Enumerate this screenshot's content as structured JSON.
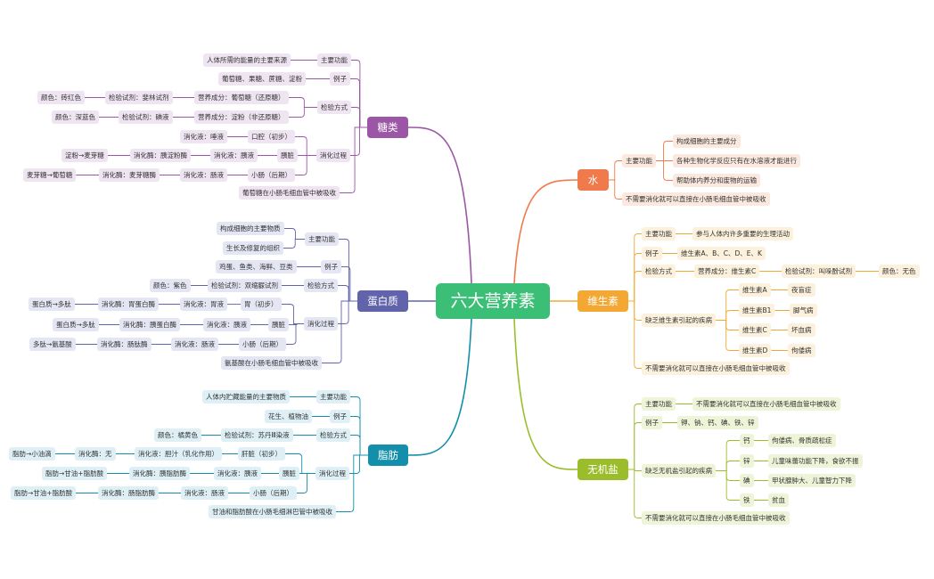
{
  "root": {
    "label": "六大营养素"
  },
  "colors": {
    "root": "#3bbf77",
    "sugar": "#9b57a6",
    "sugar_leaf": "#efe4f1",
    "protein": "#6163ab",
    "protein_leaf": "#e4e6f3",
    "fat": "#138fab",
    "fat_leaf": "#def0f6",
    "water": "#f07a4b",
    "water_leaf": "#fbe8de",
    "vitamin": "#f3a833",
    "vitamin_leaf": "#fcf1dc",
    "mineral": "#9bbd2b",
    "mineral_leaf": "#eef4d8"
  },
  "sugar": {
    "label": "糖类",
    "function": {
      "label": "主要功能",
      "desc": "人体所需的能量的主要来源"
    },
    "example": {
      "label": "例子",
      "desc": "葡萄糖、果糖、蔗糖、淀粉"
    },
    "test": {
      "label": "检验方式",
      "row1": {
        "nutrient": "营养成分：葡萄糖（还原糖）",
        "reagent": "检验试剂：斐林试剂",
        "color": "颜色：砖红色"
      },
      "row2": {
        "nutrient": "营养成分：淀粉（非还原糖）",
        "reagent": "检验试剂：碘液",
        "color": "颜色：深蓝色"
      }
    },
    "digest": {
      "label": "消化过程",
      "mouth": {
        "organ": "口腔（初步）",
        "juice": "消化液：唾液"
      },
      "pancreas": {
        "organ": "胰脏",
        "juice": "消化液：胰液",
        "enzyme": "消化酶：胰淀粉酶",
        "result": "淀粉→麦芽糖"
      },
      "intestine": {
        "organ": "小肠（后期）",
        "juice": "消化液：肠液",
        "enzyme": "消化酶：麦芽糖酶",
        "result": "麦芽糖→葡萄糖"
      }
    },
    "absorb": "葡萄糖在小肠毛细血管中被吸收"
  },
  "protein": {
    "label": "蛋白质",
    "function": {
      "label": "主要功能",
      "desc1": "构成细胞的主要物质",
      "desc2": "生长及修复的组织"
    },
    "example": {
      "label": "例子",
      "desc": "鸡蛋、鱼类、海鲜、豆类"
    },
    "test": {
      "label": "检验方式",
      "reagent": "检验试剂：双缩脲试剂",
      "color": "颜色：紫色"
    },
    "digest": {
      "label": "消化过程",
      "stomach": {
        "organ": "胃（初步）",
        "juice": "消化液：胃液",
        "enzyme": "消化酶：胃蛋白酶",
        "result": "蛋白质→多肽"
      },
      "pancreas": {
        "organ": "胰脏",
        "juice": "消化液：胰液",
        "enzyme": "消化酶：胰蛋白酶",
        "result": "蛋白质→多肽"
      },
      "intestine": {
        "organ": "小肠（后期）",
        "juice": "消化液：肠液",
        "enzyme": "消化酶：肠肽酶",
        "result": "多肽→氨基酸"
      }
    },
    "absorb": "氨基酸在小肠毛细血管中被吸收"
  },
  "fat": {
    "label": "脂肪",
    "function": {
      "label": "主要功能",
      "desc": "人体内贮藏能量的主要物质"
    },
    "example": {
      "label": "例子",
      "desc": "花生、植物油"
    },
    "test": {
      "label": "检验方式",
      "reagent": "检验试剂：苏丹Ⅲ染液",
      "color": "颜色：橘黄色"
    },
    "digest": {
      "label": "消化过程",
      "liver": {
        "organ": "肝脏（初步）",
        "juice": "消化液：胆汁（乳化作用）",
        "enzyme": "消化酶：无",
        "result": "脂肪→小油滴"
      },
      "pancreas": {
        "organ": "胰脏",
        "juice": "消化液：胰液",
        "enzyme": "消化酶：胰脂肪酶",
        "result": "脂肪→甘油+脂肪酸"
      },
      "intestine": {
        "organ": "小肠（后期）",
        "juice": "消化液：肠液",
        "enzyme": "消化酶：肠脂肪酶",
        "result": "脂肪→甘油+脂肪酸"
      }
    },
    "absorb": "甘油和脂肪酸在小肠毛细淋巴管中被吸收"
  },
  "water": {
    "label": "水",
    "function": {
      "label": "主要功能",
      "d1": "构成细胞的主要成分",
      "d2": "各种生物化学反应只有在水溶液才能进行",
      "d3": "帮助体内养分和废物的运输"
    },
    "absorb": "不需要消化就可以直接在小肠毛细血管中被吸收"
  },
  "vitamin": {
    "label": "维生素",
    "function": {
      "label": "主要功能",
      "desc": "参与人体内许多重要的生理活动"
    },
    "example": {
      "label": "例子",
      "desc": "维生素A、B、C、D、E、K"
    },
    "test": {
      "label": "检验方式",
      "nutrient": "营养成分：维生素C",
      "reagent": "检验试剂：叫哚酚试剂",
      "color": "颜色：无色"
    },
    "deficiency": {
      "label": "缺乏维生素引起的疾病",
      "items": [
        {
          "vit": "维生素A",
          "disease": "夜盲症"
        },
        {
          "vit": "维生素B1",
          "disease": "脚气病"
        },
        {
          "vit": "维生素C",
          "disease": "坏血病"
        },
        {
          "vit": "维生素D",
          "disease": "佝偻病"
        }
      ]
    },
    "absorb": "不需要消化就可以直接在小肠毛细血管中被吸收"
  },
  "mineral": {
    "label": "无机盐",
    "function": {
      "label": "主要功能",
      "desc": "不需要消化就可以直接在小肠毛细血管中被吸收"
    },
    "example": {
      "label": "例子",
      "desc": "钾、钠、钙、碘、铁、锌"
    },
    "deficiency": {
      "label": "缺乏无机盐引起的疾病",
      "items": [
        {
          "el": "钙",
          "disease": "佝偻病、骨质疏松症"
        },
        {
          "el": "锌",
          "disease": "儿童味蕾功能下降，食欲不振"
        },
        {
          "el": "碘",
          "disease": "甲状腺肿大、儿童智力下降"
        },
        {
          "el": "铁",
          "disease": "贫血"
        }
      ]
    },
    "absorb": "不需要消化就可以直接在小肠毛细血管中被吸收"
  }
}
